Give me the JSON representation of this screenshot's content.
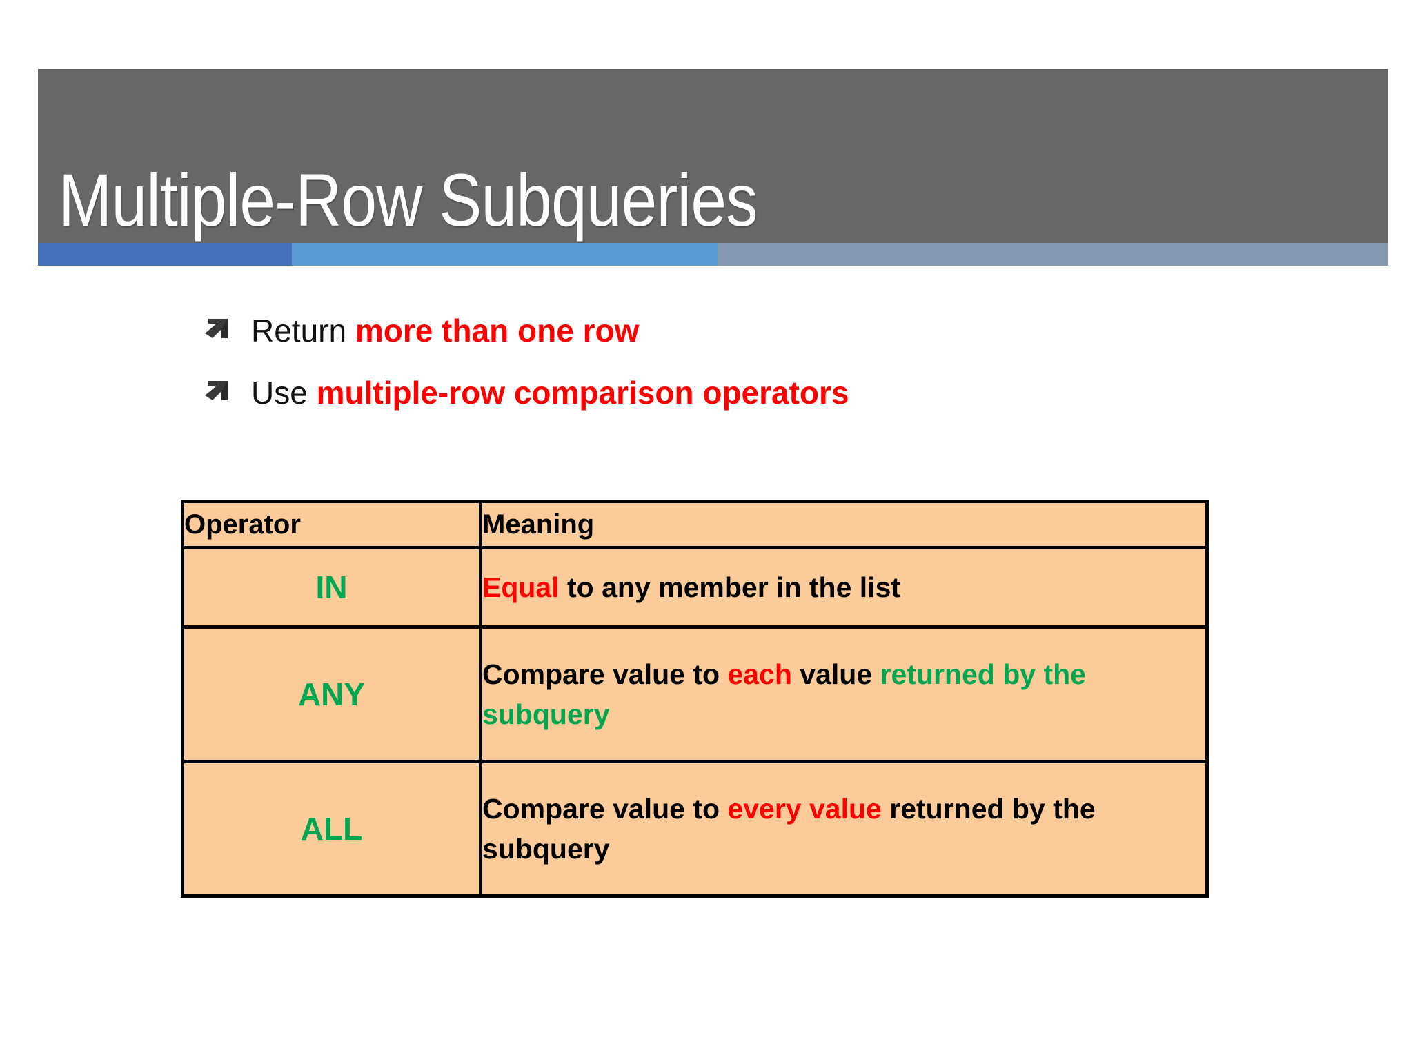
{
  "slide": {
    "title": "Multiple-Row Subqueries",
    "accent_colors": [
      "#4572B9",
      "#5B9BD5",
      "#8496B0"
    ],
    "banner_color": "#676767"
  },
  "bullets": [
    {
      "icon": "arrow-up-right-icon",
      "plain_prefix": "Return ",
      "highlight": "more than one row",
      "highlight_color": "#FF0000"
    },
    {
      "icon": "arrow-up-right-icon",
      "plain_prefix": "Use ",
      "highlight": "multiple-row comparison operators",
      "highlight_color": "#FF0000"
    }
  ],
  "table": {
    "headers": [
      "Operator",
      "Meaning"
    ],
    "cell_background": "#FCCB9A",
    "border_color": "#000000",
    "rows": [
      {
        "operator": "IN",
        "operator_color": "#00A650",
        "meaning_runs": [
          {
            "text": "Equal",
            "color": "#FF0000"
          },
          {
            "text": " to any member in the list",
            "color": "#000000"
          }
        ]
      },
      {
        "operator": "ANY",
        "operator_color": "#00A650",
        "meaning_runs": [
          {
            "text": "Compare value to ",
            "color": "#000000"
          },
          {
            "text": "each",
            "color": "#FF0000"
          },
          {
            "text": " value ",
            "color": "#000000"
          },
          {
            "text": "returned by the subquery",
            "color": "#00A650"
          }
        ]
      },
      {
        "operator": "ALL",
        "operator_color": "#00A650",
        "meaning_runs": [
          {
            "text": "Compare value to ",
            "color": "#000000"
          },
          {
            "text": "every value",
            "color": "#FF0000"
          },
          {
            "text": " returned by the subquery",
            "color": "#000000"
          }
        ]
      }
    ]
  }
}
